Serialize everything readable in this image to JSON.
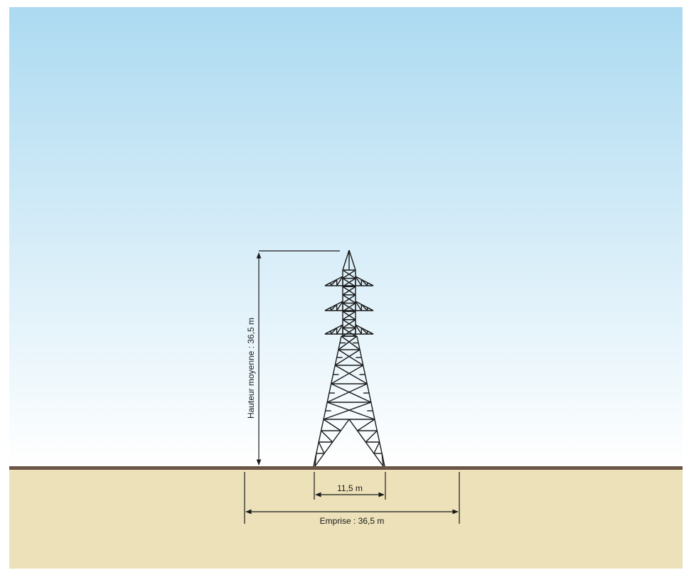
{
  "diagram": {
    "height_label": "Hauteur moyenne : 36,5 m",
    "base_width_label": "11,5 m",
    "footprint_label": "Emprise : 36,5 m"
  },
  "colors": {
    "sky_top": "#acdaf1",
    "sky_bottom": "#ffffff",
    "ground_line": "#6b5544",
    "soil": "#ece1b9",
    "structure": "#1a1a1a"
  }
}
